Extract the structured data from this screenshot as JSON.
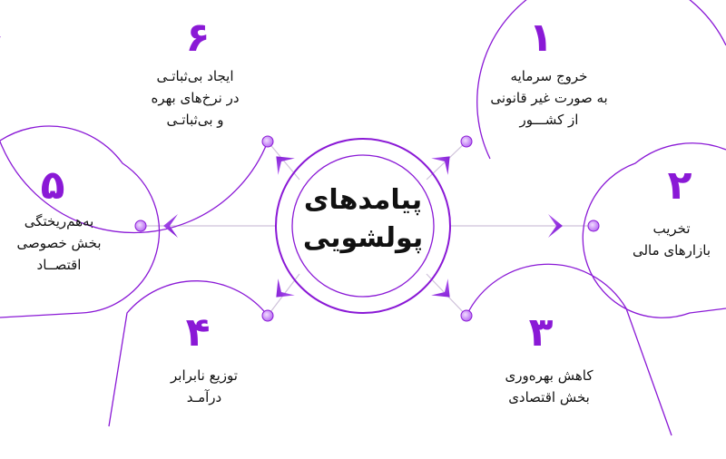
{
  "center": {
    "title_line1": "پیامدهای",
    "title_line2": "پولشویی"
  },
  "items": [
    {
      "number": "۱",
      "lines": [
        "خروج سرمایه",
        "به صورت غیر قانونی",
        "از کشـــور"
      ]
    },
    {
      "number": "۲",
      "lines": [
        "تخریب",
        "بازارهای مالی"
      ]
    },
    {
      "number": "۳",
      "lines": [
        "کاهش بهره‌وری",
        "بخش اقتصادی"
      ]
    },
    {
      "number": "۴",
      "lines": [
        "توزیع نابرابر",
        "درآمـد"
      ]
    },
    {
      "number": "۵",
      "lines": [
        "به‌هم‌ریختگی",
        "بخش خصوصی",
        "اقتصــاد"
      ]
    },
    {
      "number": "۶",
      "lines": [
        "ایجاد بی‌ثباتـی",
        "در نرخ‌های بهره",
        "و بی‌ثباتـی"
      ]
    }
  ],
  "colors": {
    "accent": "#8a19d6",
    "accent_light": "#d6a6f7",
    "line": "#cfc2da"
  }
}
